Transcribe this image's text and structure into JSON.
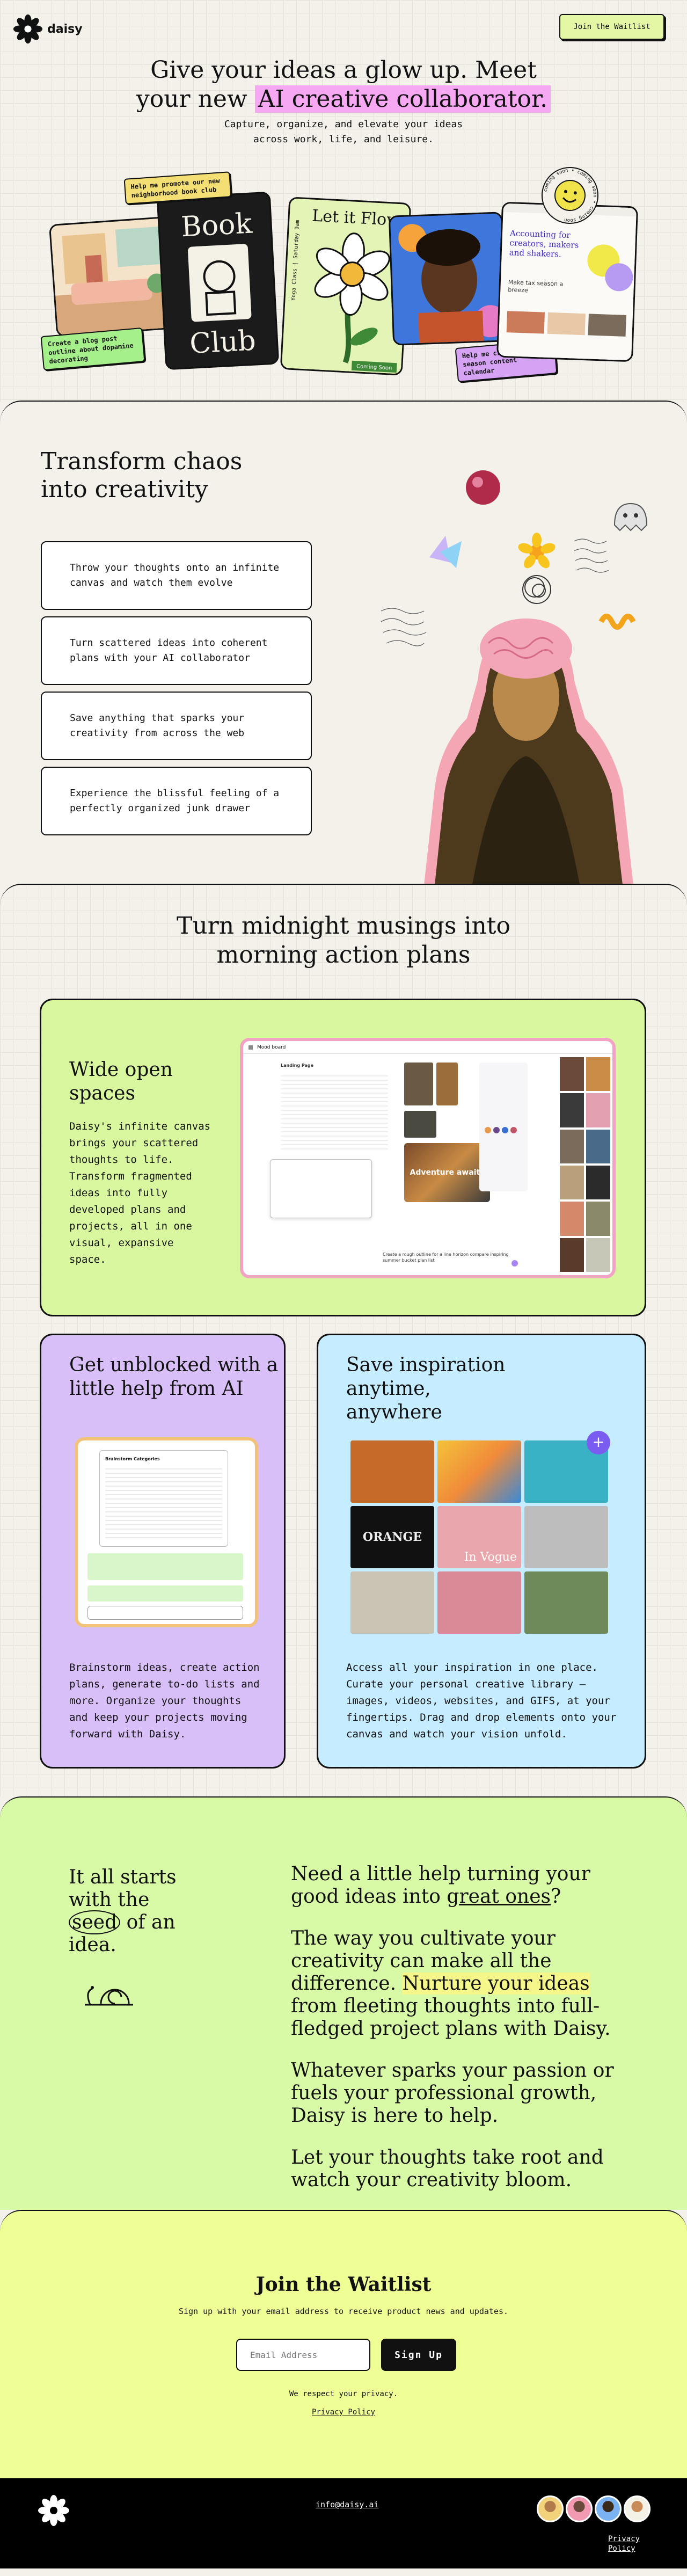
{
  "app": {
    "name": "daisy"
  },
  "nav": {
    "join_label": "Join the Waitlist"
  },
  "hero": {
    "title_line1": "Give your ideas a glow up. Meet",
    "title_prefix": "your new ",
    "title_highlight": "AI creative collaborator.",
    "subtitle_line1": "Capture, organize, and elevate your ideas",
    "subtitle_line2": "across work, life, and leisure.",
    "tag_blog": "Create a blog post outline about dopamine decorating",
    "tag_bookclub": "Help me promote our new neighborhood book club",
    "tag_calendar": "Help me create a two season content calendar",
    "book_title_top": "Book",
    "book_title_bottom": "Club",
    "letitflow_title": "Let it Flow",
    "letitflow_side": "Yoga Class | Saturday 9am",
    "letitflow_footer": "Coming Soon",
    "comingsoon_ring": "coming soon • coming soon • coming soon",
    "accounting_title": "Accounting for creators, makers and shakers.",
    "accounting_sub": "Make tax season a breeze"
  },
  "chaos": {
    "title_line1": "Transform chaos",
    "title_line2": "into creativity",
    "items": [
      "Throw your thoughts onto an infinite canvas and watch them evolve",
      "Turn scattered ideas into coherent plans with your AI collaborator",
      "Save anything that sparks your creativity from across the web",
      "Experience the blissful feeling of a perfectly organized junk drawer"
    ]
  },
  "plans": {
    "title_line1": "Turn midnight musings into",
    "title_line2": "morning action plans",
    "wide": {
      "title_line1": "Wide open",
      "title_line2": "spaces",
      "body": "Daisy's infinite canvas brings your scattered thoughts to life. Transform fragmented ideas into fully developed plans and projects, all in one visual, expansive space.",
      "mock_toolbar_title": "Mood board",
      "mock_doc_heading": "Landing Page",
      "mock_adventure": "Adventure awaits",
      "mock_bottom_prompt": "Create a rough outline for a line horizon compare inspiring summer bucket plan list"
    },
    "unblocked": {
      "title_line1": "Get unblocked with a",
      "title_line2": "little help from AI",
      "body": "Brainstorm ideas, create action plans, generate to-do lists and more. Organize your thoughts and keep your projects moving forward with Daisy.",
      "mock_heading": "Brainstorm Categories"
    },
    "inspiration": {
      "title_line1": "Save inspiration",
      "title_line2": "anytime,",
      "title_line3": "anywhere",
      "body": "Access all your inspiration in one place. Curate your personal creative library — images, videos, websites, and GIFS, at your fingertips. Drag and drop elements onto your canvas and watch your vision unfold.",
      "tile_text_a": "ORANGE",
      "tile_text_b": "In Vogue"
    }
  },
  "seed": {
    "left_line1": "It all starts",
    "left_line2": "with the",
    "left_word": "seed",
    "left_line3_rest": " of an",
    "left_line4": "idea.",
    "p1_before": "Need a little help turning your good ideas into ",
    "p1_link": "great ones",
    "p1_after": "?",
    "p2_before": "The way you cultivate your creativity can make all the difference. ",
    "p2_highlight": "Nurture your ideas",
    "p2_after": " from fleeting thoughts into full-fledged project plans with Daisy.",
    "p3": "Whatever sparks your passion or fuels your professional growth, Daisy is here to help.",
    "p4": "Let your thoughts take root and watch your creativity bloom."
  },
  "waitlist": {
    "title": "Join the Waitlist",
    "subtitle": "Sign up with your email address to receive product news and updates.",
    "email_placeholder": "Email Address",
    "signup_label": "Sign Up",
    "respect_text": "We respect your privacy.",
    "privacy_label": "Privacy Policy"
  },
  "footer": {
    "email": "info@daisy.ai",
    "privacy_label": "Privacy Policy"
  },
  "colors": {
    "accent_green": "#e4f7a4",
    "pink_highlight": "#f6a9f2",
    "card_green": "#d9f79f",
    "card_purple": "#d9bff8",
    "card_blue": "#c5ecff",
    "seed_green": "#d8f9a6",
    "waitlist_yellow": "#efff95"
  }
}
